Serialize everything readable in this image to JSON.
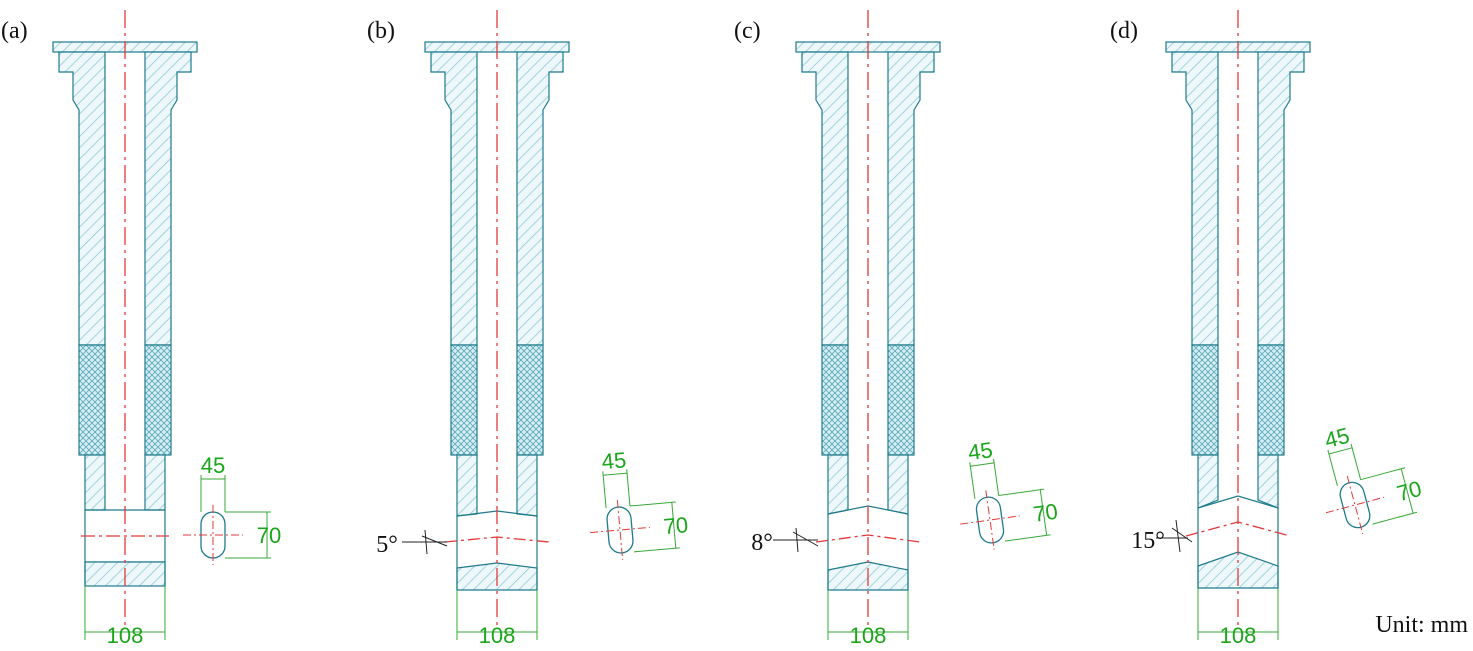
{
  "figure": {
    "unit_label": "Unit: mm",
    "colors": {
      "section_line": "#1e7a8c",
      "hatch": "#8ec9d8",
      "fill": "#eef8fb",
      "centerline": "#e03a3a",
      "dimension": "#37a837",
      "text": "#111111"
    },
    "panels": [
      {
        "label": "(a)",
        "angle_label": "",
        "angle_deg": 0,
        "port_width": "45",
        "port_height": "70",
        "bore_dia": "108"
      },
      {
        "label": "(b)",
        "angle_label": "5°",
        "angle_deg": 5,
        "port_width": "45",
        "port_height": "70",
        "bore_dia": "108"
      },
      {
        "label": "(c)",
        "angle_label": "8°",
        "angle_deg": 8,
        "port_width": "45",
        "port_height": "70",
        "bore_dia": "108"
      },
      {
        "label": "(d)",
        "angle_label": "15°",
        "angle_deg": 15,
        "port_width": "45",
        "port_height": "70",
        "bore_dia": "108"
      }
    ]
  }
}
